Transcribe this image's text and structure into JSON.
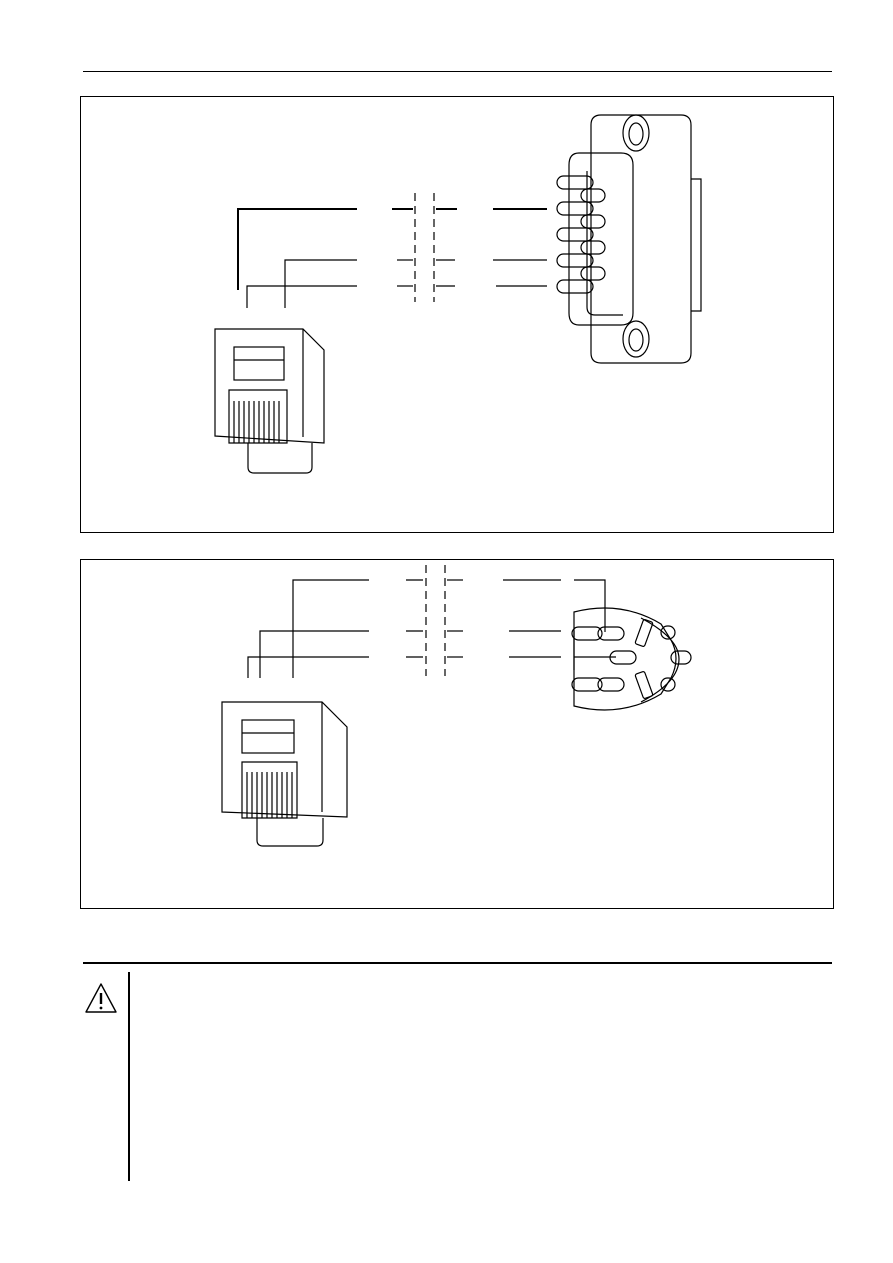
{
  "page": {
    "caution_icon": "warning-triangle-icon",
    "caution_text": ""
  },
  "colors": {
    "line": "#000000",
    "background": "#ffffff"
  },
  "panels": [
    {
      "id": "db9",
      "connector_a": "rj-modular-plug",
      "connector_b": "db9-male-connector",
      "wires": 3
    },
    {
      "id": "din",
      "connector_a": "rj-modular-plug",
      "connector_b": "din-round-connector",
      "wires": 3
    }
  ]
}
